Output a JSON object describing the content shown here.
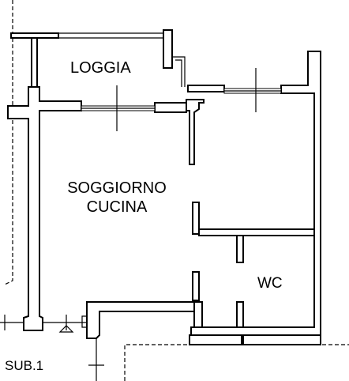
{
  "plan": {
    "rooms": [
      {
        "id": "loggia",
        "label": "LOGGIA"
      },
      {
        "id": "soggiorno",
        "label_line1": "SOGGIORNO",
        "label_line2": "CUCINA"
      },
      {
        "id": "wc",
        "label": "WC"
      }
    ],
    "unit": {
      "label": "SUB.1"
    }
  }
}
